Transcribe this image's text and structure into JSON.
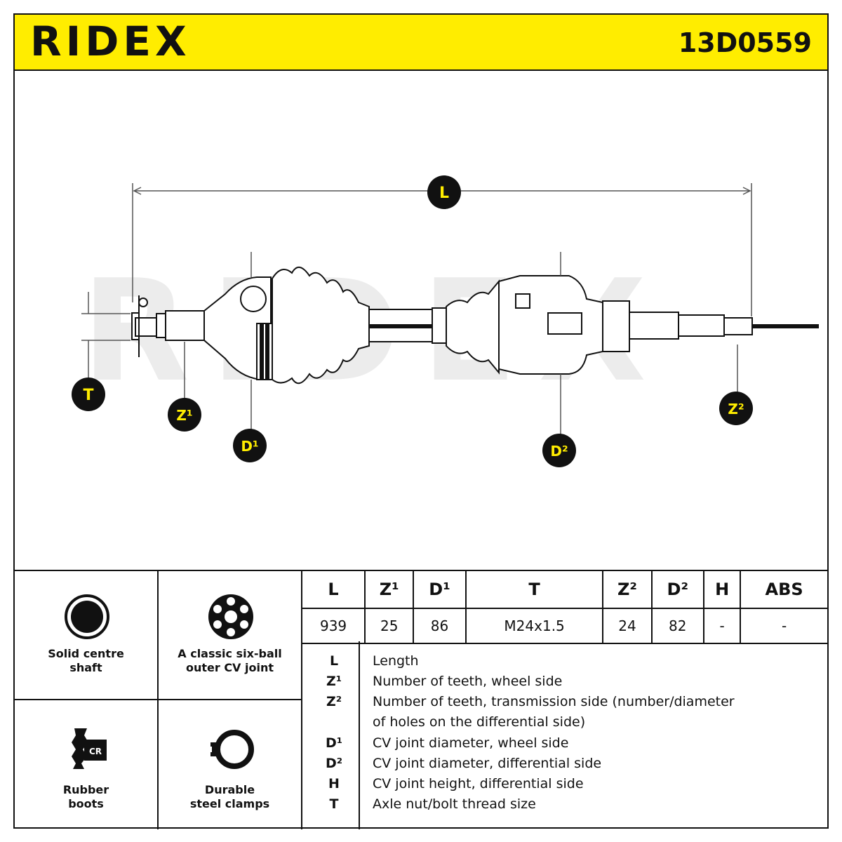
{
  "brand": {
    "logo": "RIDEX",
    "part_number": "13D0559",
    "header_color": "#ffed00"
  },
  "diagram": {
    "watermark": "RIDEX",
    "labels": {
      "L": "L",
      "T": "T",
      "Z1": "Z¹",
      "Z2": "Z²",
      "D1": "D¹",
      "D2": "D²"
    }
  },
  "features": [
    {
      "icon": "solid-shaft-icon",
      "label": "Solid centre\nshaft"
    },
    {
      "icon": "six-ball-cv-joint-icon",
      "label": "A classic six-ball\nouter CV joint"
    },
    {
      "icon": "rubber-boot-icon",
      "label": "Rubber\nboots",
      "badge": "CR"
    },
    {
      "icon": "steel-clamp-icon",
      "label": "Durable\nsteel clamps"
    }
  ],
  "specs": {
    "headers": [
      "L",
      "Z¹",
      "D¹",
      "T",
      "Z²",
      "D²",
      "H",
      "ABS"
    ],
    "values": [
      "939",
      "25",
      "86",
      "M24x1.5",
      "24",
      "82",
      "-",
      "-"
    ]
  },
  "legend": [
    {
      "sym": "L",
      "desc": "Length"
    },
    {
      "sym": "Z¹",
      "desc": "Number of teeth, wheel side"
    },
    {
      "sym": "Z²",
      "desc": "Number of teeth, transmission side (number/diameter"
    },
    {
      "sym": "",
      "desc": "of holes on the differential side)"
    },
    {
      "sym": "D¹",
      "desc": "CV joint diameter, wheel side"
    },
    {
      "sym": "D²",
      "desc": "CV joint diameter, differential side"
    },
    {
      "sym": "H",
      "desc": "CV joint height, differential side"
    },
    {
      "sym": "T",
      "desc": "Axle nut/bolt thread size"
    }
  ]
}
